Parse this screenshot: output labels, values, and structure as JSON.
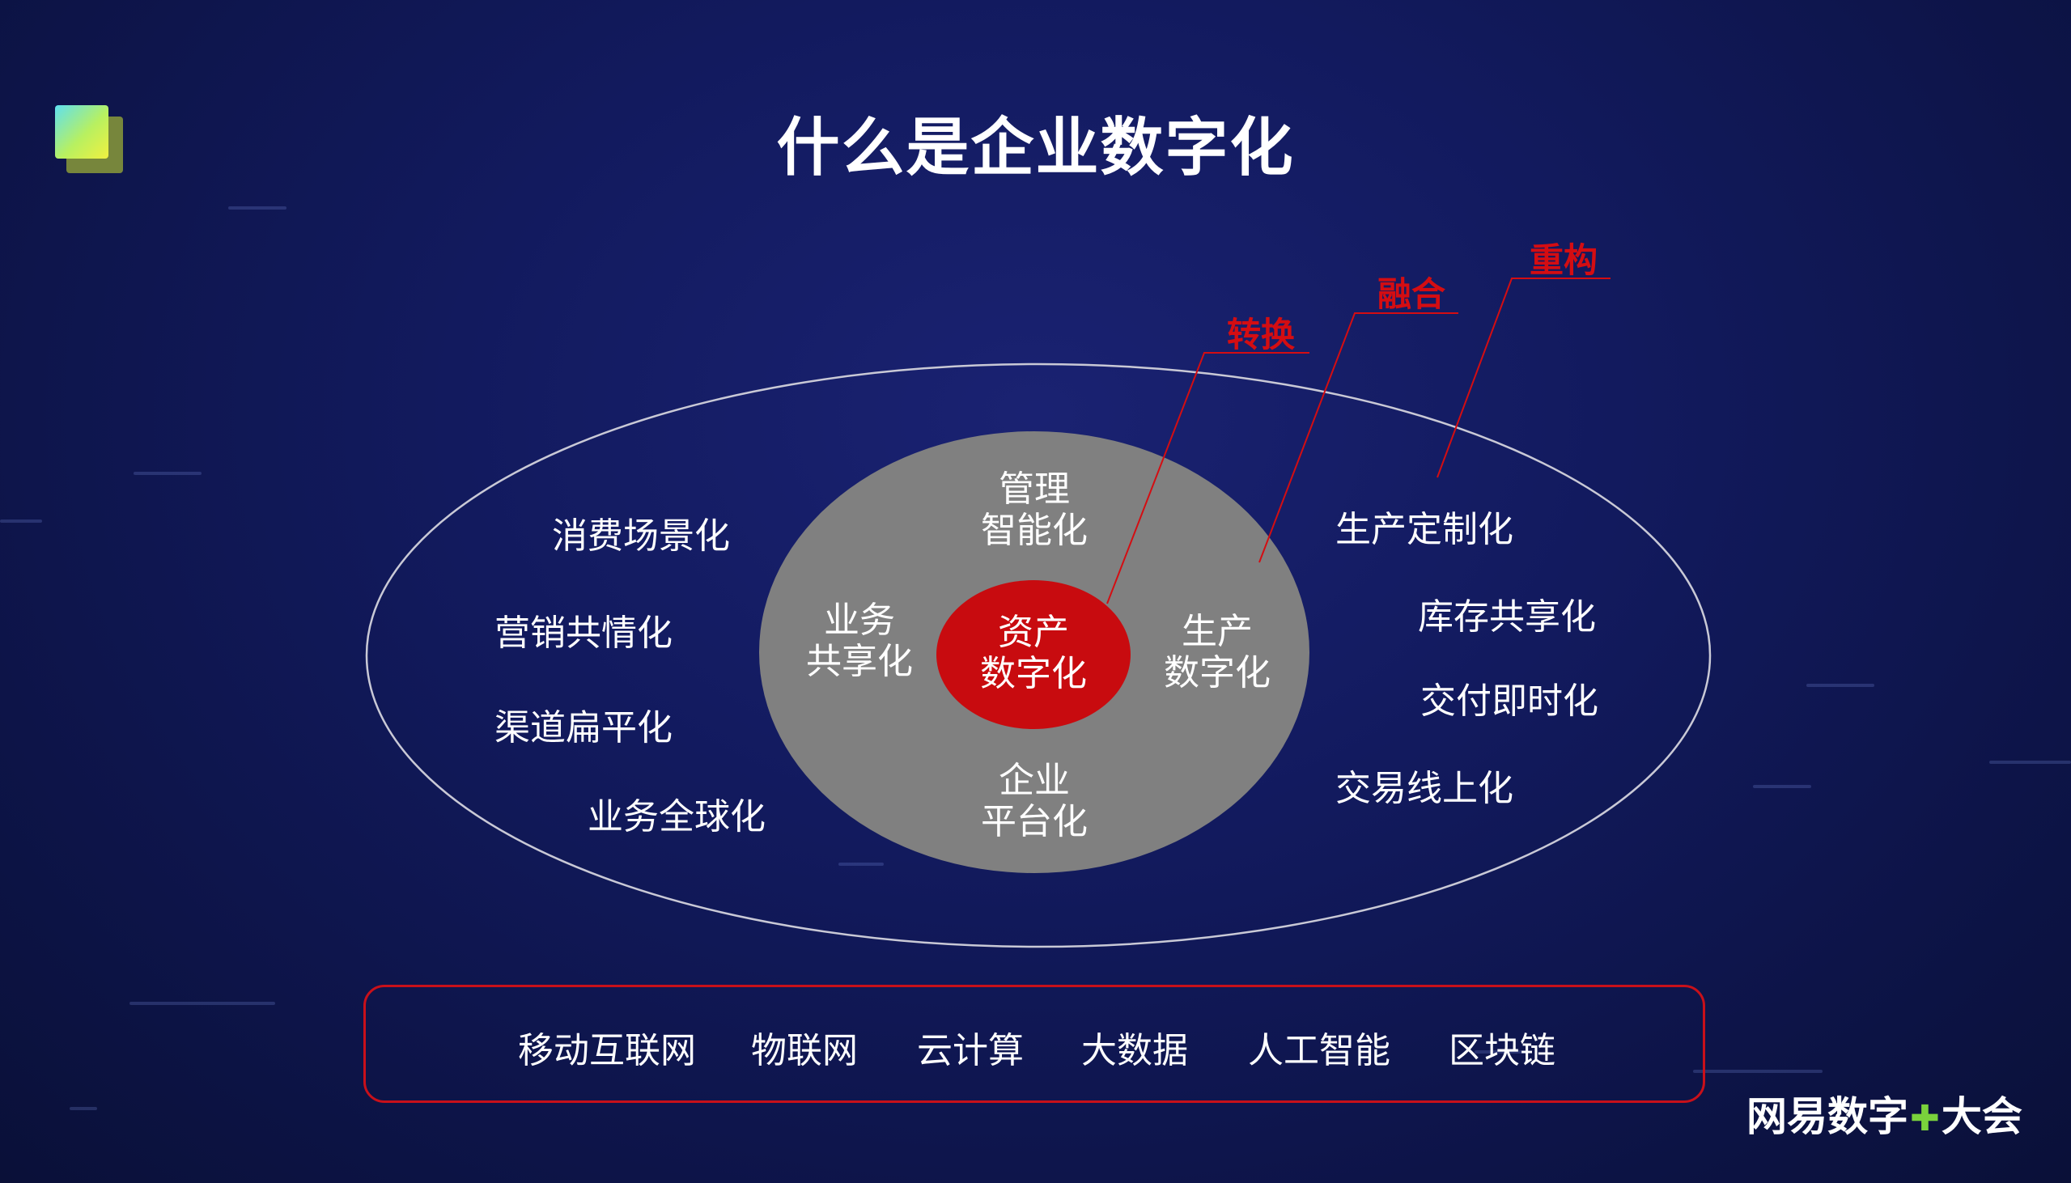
{
  "title": "什么是企业数字化",
  "center": {
    "line1": "资产",
    "line2": "数字化"
  },
  "inner_ring": {
    "top": {
      "line1": "管理",
      "line2": "智能化"
    },
    "left": {
      "line1": "业务",
      "line2": "共享化"
    },
    "right": {
      "line1": "生产",
      "line2": "数字化"
    },
    "bottom": {
      "line1": "企业",
      "line2": "平台化"
    }
  },
  "outer_left": [
    "消费场景化",
    "营销共情化",
    "渠道扁平化",
    "业务全球化"
  ],
  "outer_right": [
    "生产定制化",
    "库存共享化",
    "交付即时化",
    "交易线上化"
  ],
  "callouts": [
    "转换",
    "融合",
    "重构"
  ],
  "technologies": [
    "移动互联网",
    "物联网",
    "云计算",
    "大数据",
    "人工智能",
    "区块链"
  ],
  "brand": {
    "part1": "网易数字",
    "part2": "大会"
  },
  "colors": {
    "accent_red": "#d40d12",
    "inner_gray": "#808080",
    "center_red": "#c80b0f",
    "background": "#121a5e"
  }
}
